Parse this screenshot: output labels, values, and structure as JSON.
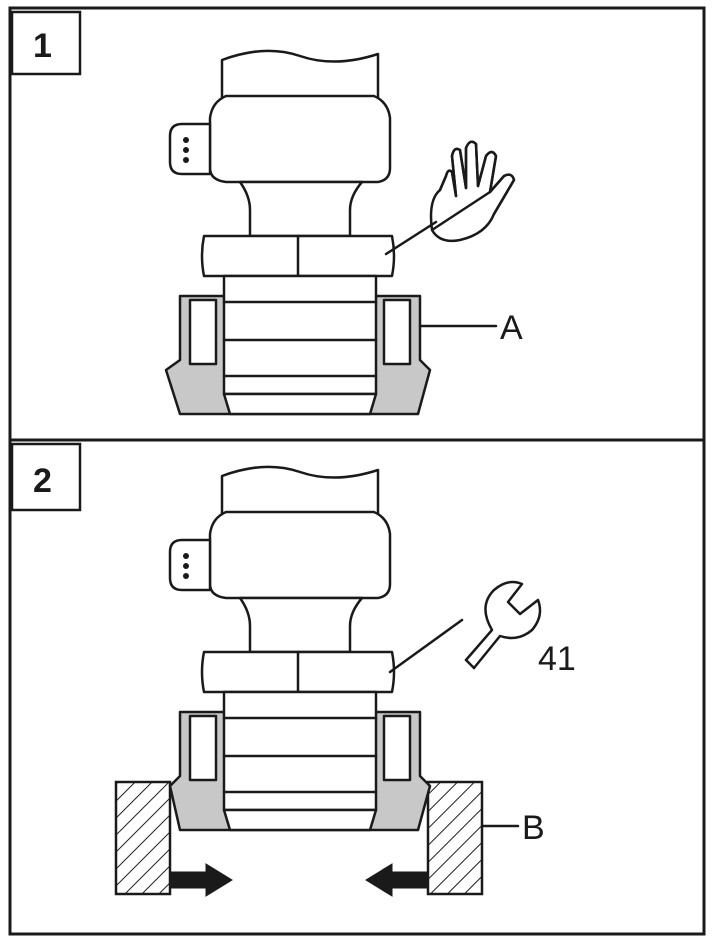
{
  "panels": [
    {
      "step": "1",
      "callout": "A",
      "tool": "hand-icon"
    },
    {
      "step": "2",
      "callout": "B",
      "tool": "wrench-icon",
      "tool_label": "41"
    }
  ],
  "colors": {
    "line": "#1a1a1a",
    "seal": "#c8c8c8",
    "background": "#ffffff"
  }
}
